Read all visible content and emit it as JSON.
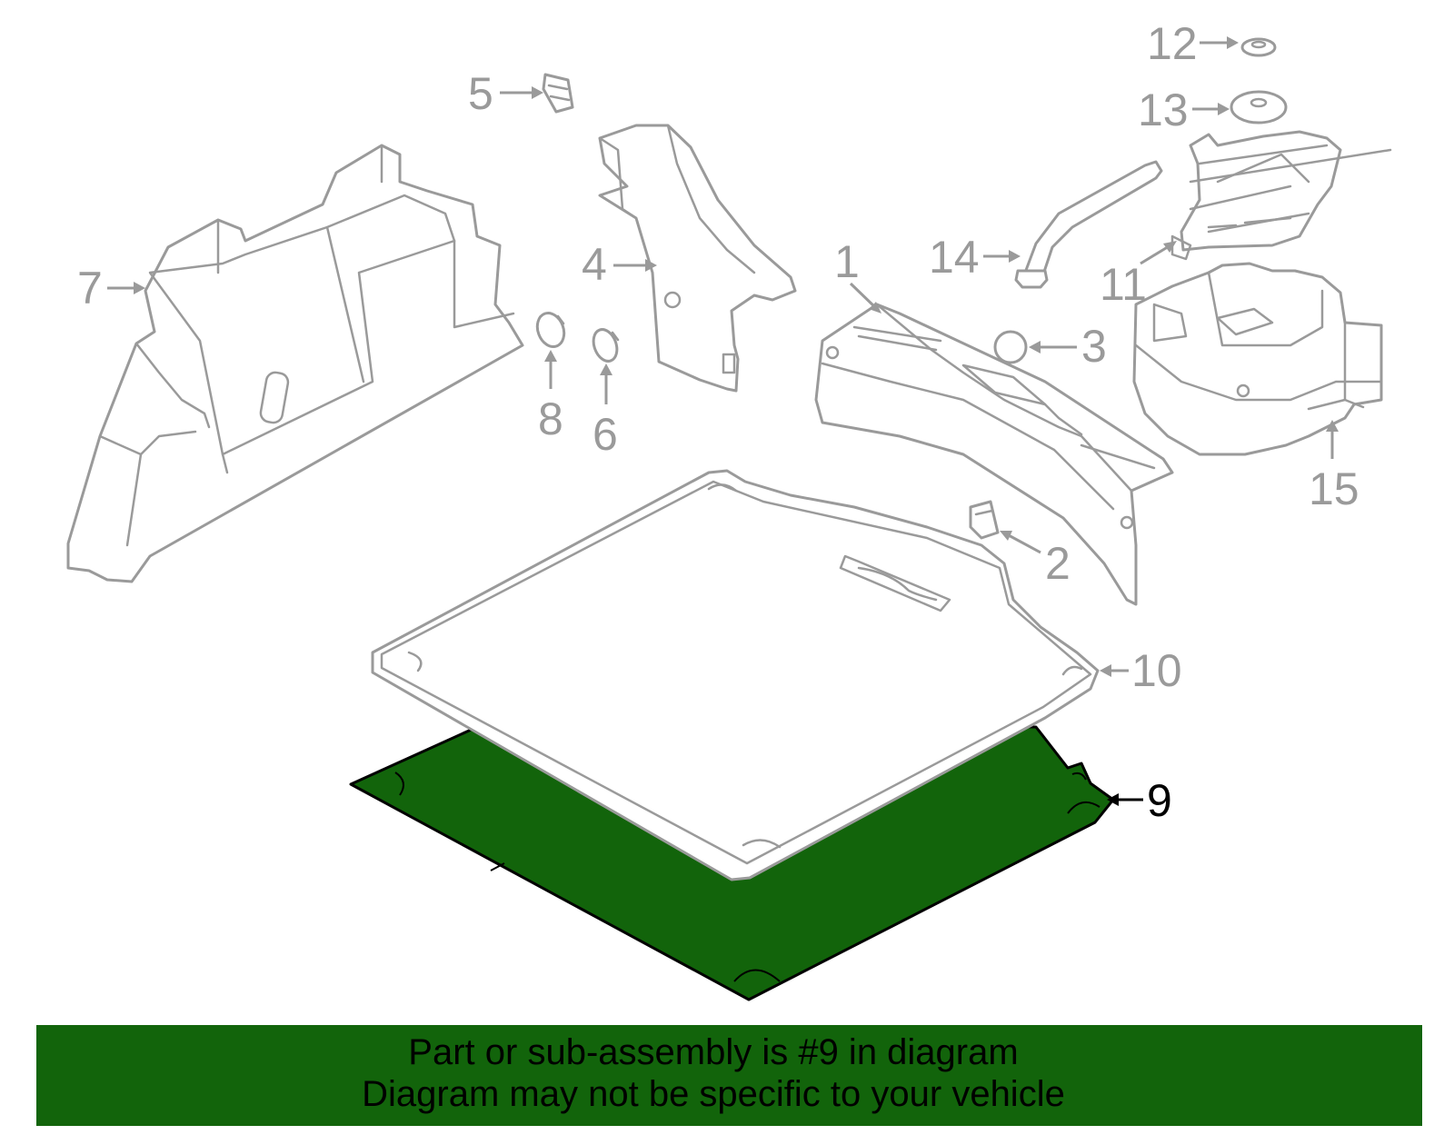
{
  "diagram": {
    "highlight_color": "#12640b",
    "line_color": "#9a9a9a",
    "highlight_text_color": "#000000",
    "highlighted_part": "9",
    "callouts": [
      {
        "id": "1",
        "label": "1"
      },
      {
        "id": "2",
        "label": "2"
      },
      {
        "id": "3",
        "label": "3"
      },
      {
        "id": "4",
        "label": "4"
      },
      {
        "id": "5",
        "label": "5"
      },
      {
        "id": "6",
        "label": "6"
      },
      {
        "id": "7",
        "label": "7"
      },
      {
        "id": "8",
        "label": "8"
      },
      {
        "id": "9",
        "label": "9"
      },
      {
        "id": "10",
        "label": "10"
      },
      {
        "id": "11",
        "label": "11"
      },
      {
        "id": "12",
        "label": "12"
      },
      {
        "id": "13",
        "label": "13"
      },
      {
        "id": "14",
        "label": "14"
      },
      {
        "id": "15",
        "label": "15"
      }
    ]
  },
  "banner": {
    "line1": "Part or sub-assembly is #9 in diagram",
    "line2": "Diagram may not be specific to your vehicle",
    "background": "#12640b"
  }
}
